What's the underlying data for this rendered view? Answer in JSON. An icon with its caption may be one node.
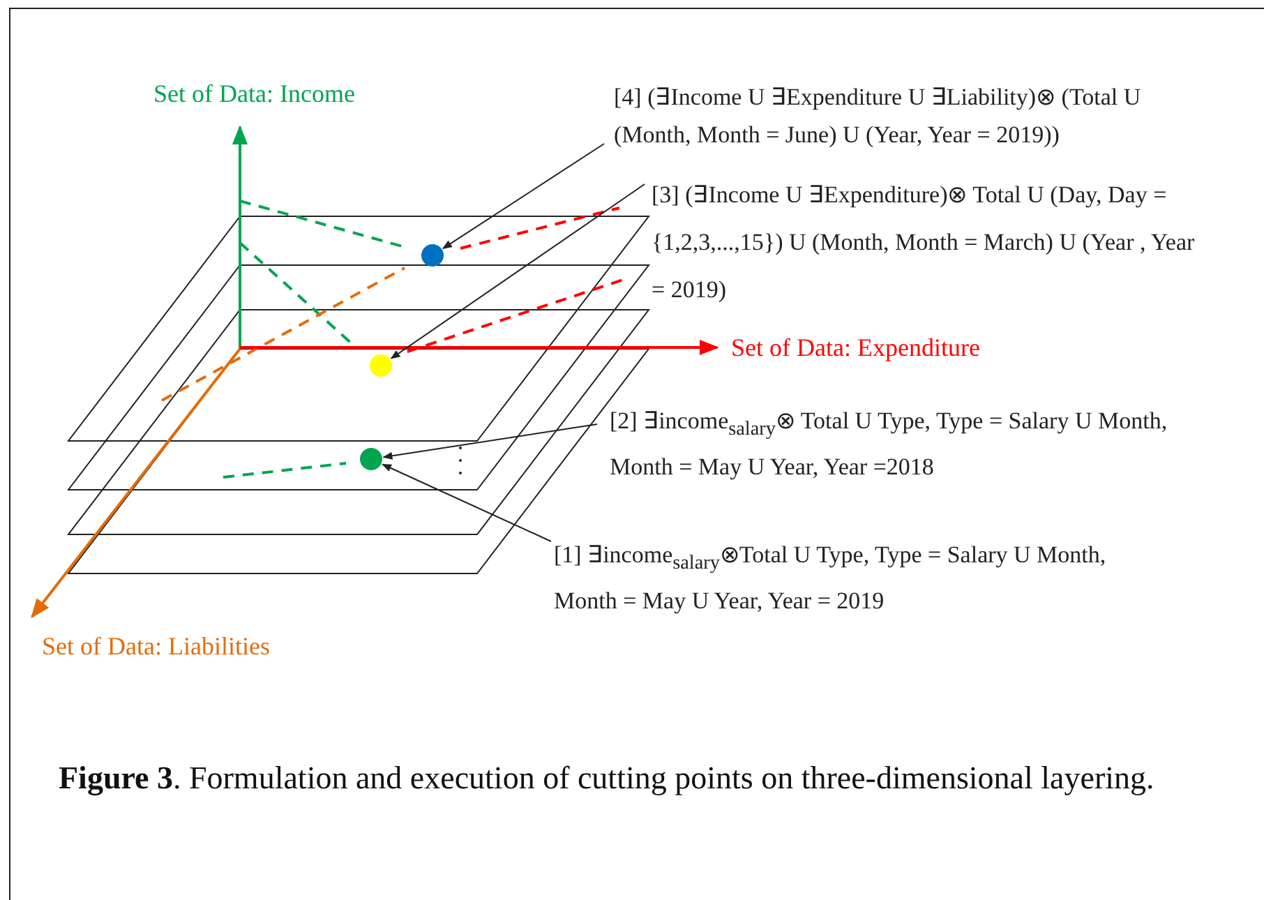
{
  "diagram": {
    "nodes": [
      {
        "text": [
          "[4] (∃Income U ∃Expenditure U ∃Liability)⊗ (Total U (Month, Month = June) U (Year, Year = 2019))"
        ]
      },
      {
        "text": [],
        "shape": "circle"
      },
      {
        "text": [
          "[3] (∃Income U ∃Expenditure)⊗ Total U (Day, Day = {1,2,3,...,15}) U (Month, Month = March) U (Year , Year = 2019)"
        ]
      },
      {
        "text": [],
        "shape": "circle"
      },
      {
        "text": [
          "[2] ∃income$_{salary}$⊗ Total U Type, Type = Salary U Month, Month = May U Year, Year =2018"
        ]
      },
      {
        "text": [],
        "shape": "circle"
      },
      {
        "text": [
          "[1] ∃income$_{salary}$⊗Total U Type, Type = Salary U Month, Month = May U Year, Year = 2019"
        ]
      }
    ],
    "edges": [
      {
        "from": 0,
        "to": 1,
        "arrow": "to"
      },
      {
        "from": 2,
        "to": 3,
        "arrow": "to"
      },
      {
        "from": 4,
        "to": 5,
        "arrow": "to"
      },
      {
        "from": 6,
        "to": 5,
        "arrow": "to"
      }
    ],
    "labels": [
      "Set of Data: Income",
      "Set of Data: Expenditure",
      "Set of Data: Liabilities"
    ],
    "caption": "**Figure 3**. Formulation and execution of cutting points on three-dimensional layering."
  }
}
